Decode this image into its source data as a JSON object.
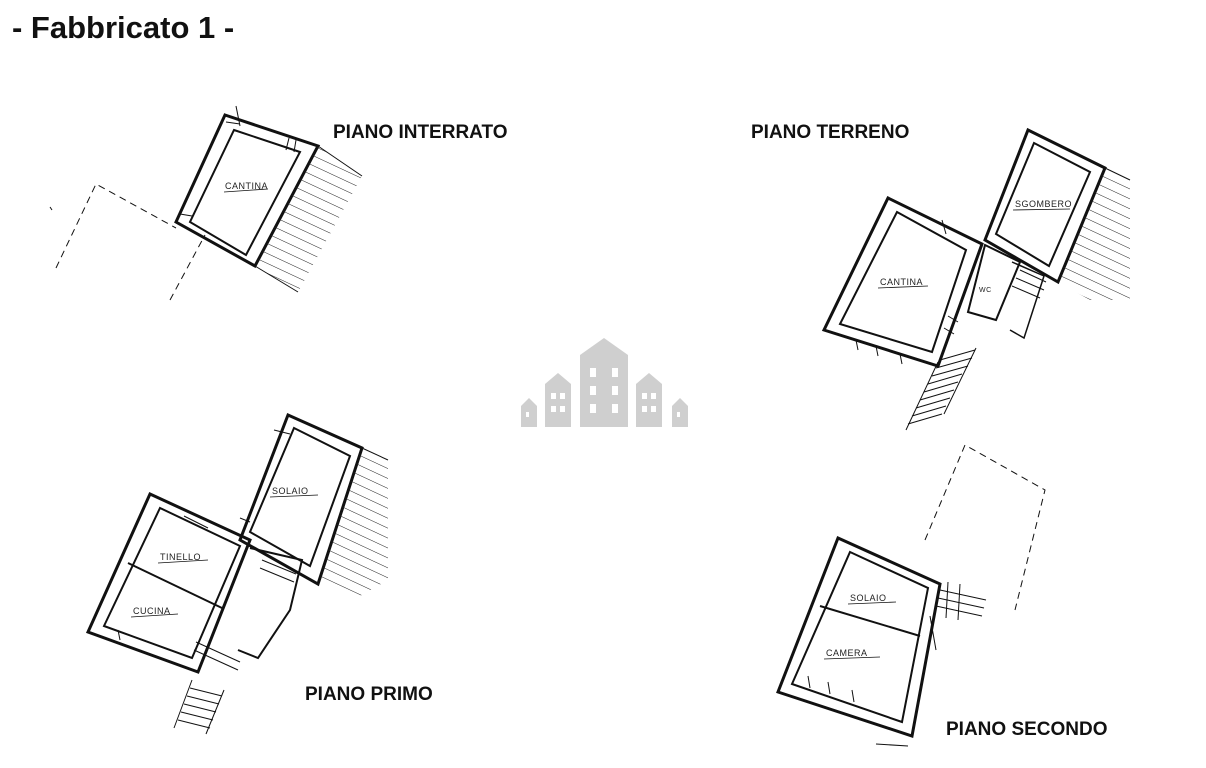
{
  "title": "- Fabbricato 1 -",
  "floors": {
    "interrato": {
      "label": "PIANO INTERRATO",
      "rooms": [
        "CANTINA"
      ]
    },
    "terreno": {
      "label": "PIANO TERRENO",
      "rooms": [
        "CANTINA",
        "SGOMBERO",
        "WC"
      ]
    },
    "primo": {
      "label": "PIANO PRIMO",
      "rooms": [
        "SOLAIO",
        "TINELLO",
        "CUCINA"
      ]
    },
    "secondo": {
      "label": "PIANO SECONDO",
      "rooms": [
        "SOLAIO",
        "CAMERA"
      ]
    }
  },
  "colors": {
    "ink": "#111111",
    "watermark": "#cfcfcf"
  },
  "watermark_icon": "buildings-watermark-icon"
}
